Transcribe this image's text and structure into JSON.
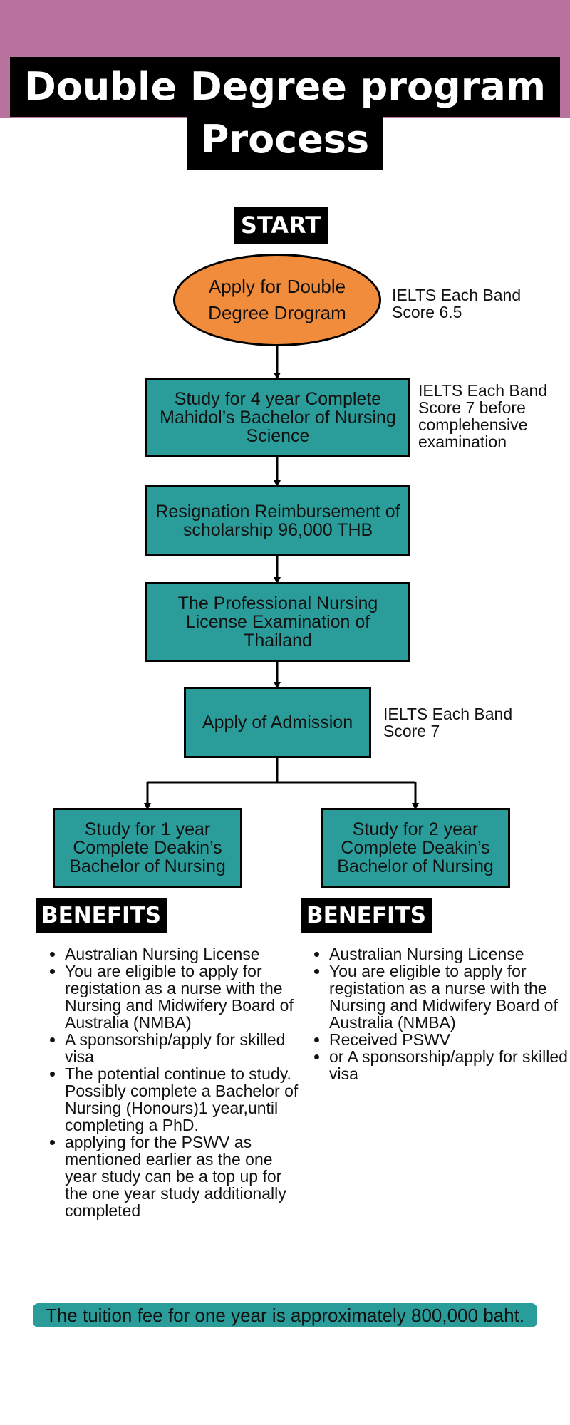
{
  "title": {
    "line1": "Double Degree program",
    "line2": "Process"
  },
  "start_label": "START",
  "steps": {
    "apply_program": "Apply for Double Degree Drogram",
    "study_4_year": "Study for 4 year Complete Mahidol’s Bachelor of Nursing Science",
    "resignation": "Resignation Reimbursement of scholarship 96,000 THB",
    "license_exam": "The Professional Nursing License Examination of Thailand",
    "apply_admission": "Apply of Admission",
    "study_1_year": "Study for 1 year Complete Deakin’s Bachelor of Nursing",
    "study_2_year": "Study for 2 year Complete Deakin’s Bachelor of Nursing"
  },
  "notes": {
    "ielts_apply": "IELTS Each Band Score 6.5",
    "ielts_study": "IELTS Each Band Score 7 before complehensive examination",
    "ielts_admission": "IELTS Each Band Score 7"
  },
  "benefits_left": {
    "heading": "BENEFITS",
    "items": [
      "Australian Nursing License",
      "You are eligible to apply for registation as a nurse with the Nursing and Midwifery Board of Australia (NMBA)",
      "A sponsorship/apply for skilled visa",
      "The potential continue to study. Possibly complete a Bachelor of Nursing (Honours)1 year,until completing a PhD.",
      "applying for the PSWV as mentioned earlier as the one year study can be a top up for the one year study additionally completed"
    ]
  },
  "benefits_right": {
    "heading": "BENEFITS",
    "items": [
      "Australian Nursing License",
      "You are eligible to apply for registation as a nurse with the Nursing and Midwifery Board of Australia (NMBA)",
      "Received PSWV",
      "or A sponsorship/apply for skilled visa"
    ]
  },
  "tuition_note": "The tuition fee for one year is approximately 800,000 baht.",
  "colors": {
    "header_band": "#b8739f",
    "oval": "#f08c3c",
    "box": "#2a9d9a",
    "label_bg": "#000000"
  }
}
